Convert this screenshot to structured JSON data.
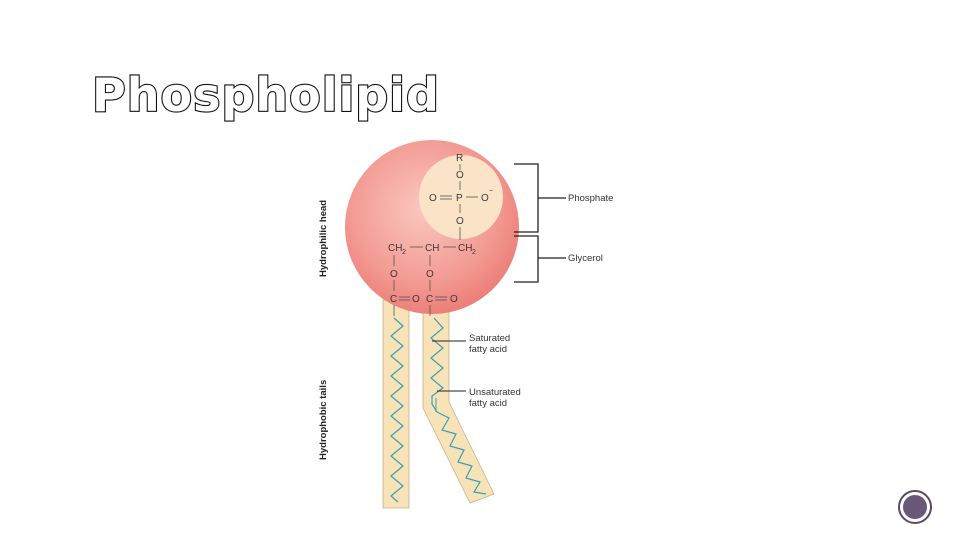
{
  "slide": {
    "title": "Phospholipid"
  },
  "diagram": {
    "head_label": "Hydrophilic head",
    "tail_label": "Hydrophobic tails",
    "phosphate_label": "Phosphate",
    "glycerol_label": "Glycerol",
    "saturated_label_line1": "Saturated",
    "saturated_label_line2": "fatty acid",
    "unsaturated_label_line1": "Unsaturated",
    "unsaturated_label_line2": "fatty acid",
    "atoms": {
      "r": "R",
      "o": "O",
      "p": "P",
      "o_minus": "O",
      "minus": "−",
      "ch2": "CH",
      "ch": "CH",
      "sub2": "2",
      "c": "C"
    },
    "colors": {
      "head_fill": "#f08c88",
      "phosphate_fill": "#fbe3c8",
      "tail_fill": "#f8e2b8",
      "chain_color": "#3aa0b0"
    }
  }
}
